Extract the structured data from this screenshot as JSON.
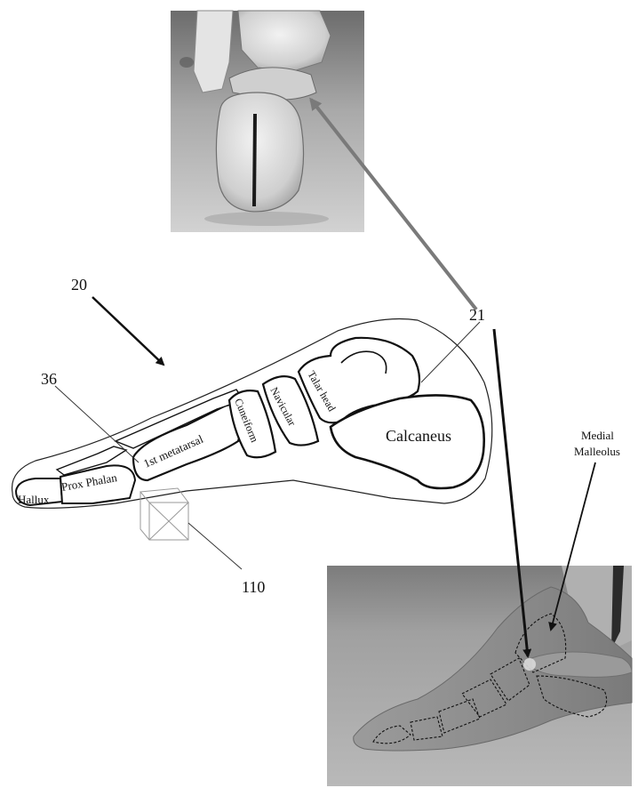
{
  "reference_numerals": {
    "foot": "20",
    "talus_point": "21",
    "metatarsal_line": "36",
    "sensor_box": "110"
  },
  "bone_labels": {
    "hallux": "Hallux",
    "prox_phalanx": "Prox Phalan",
    "first_metatarsal": "1st metatarsal",
    "cuneiform": "Cuneiform",
    "navicular": "Navicular",
    "talar_head": "Talar head",
    "calcaneus": "Calcaneus"
  },
  "annotation": {
    "medial_malleolus_line1": "Medial",
    "medial_malleolus_line2": "Malleolus"
  }
}
